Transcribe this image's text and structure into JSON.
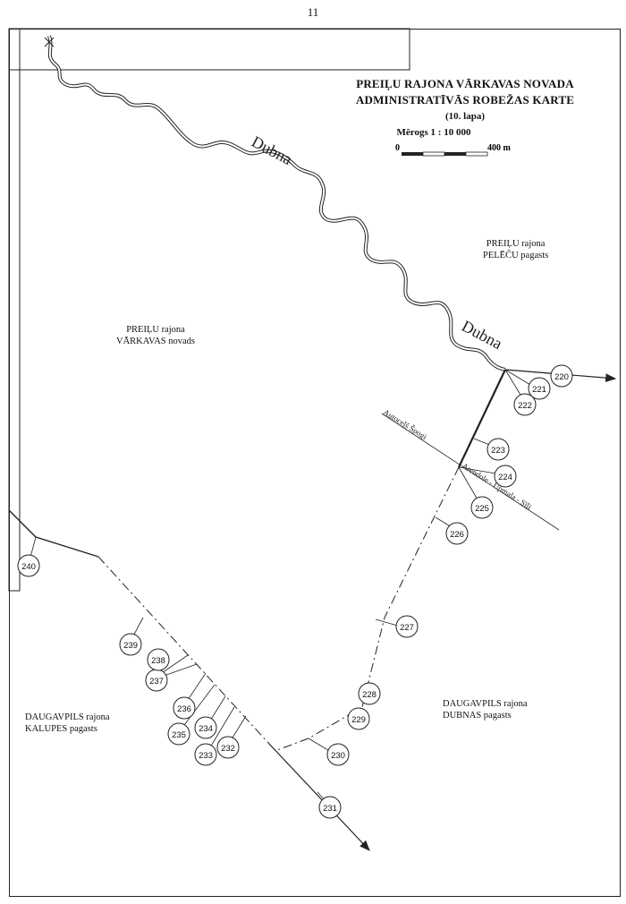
{
  "page_number": "11",
  "title": {
    "line1": "PREIĻU RAJONA VĀRKAVAS NOVADA",
    "line2": "ADMINISTRATĪVĀS ROBEŽAS KARTE",
    "line3": "(10. lapa)"
  },
  "scale": {
    "label": "Mērogs 1 : 10 000",
    "start": "0",
    "end": "400 m"
  },
  "areas": {
    "varkavas": [
      "PREIĻU rajona",
      "VĀRKAVAS novads"
    ],
    "pelecu": [
      "PREIĻU rajona",
      "PELĒČU pagasts"
    ],
    "kalupes": [
      "DAUGAVPILS rajona",
      "KALUPES pagasts"
    ],
    "dubnas": [
      "DAUGAVPILS rajona",
      "DUBNAS pagasts"
    ]
  },
  "rivers": [
    "Dubna",
    "Dubna"
  ],
  "roads": [
    "Autoceļš Špogi",
    "Arendole - Upmala - Sīļi"
  ],
  "points": [
    "220",
    "221",
    "222",
    "223",
    "224",
    "225",
    "226",
    "227",
    "228",
    "229",
    "230",
    "231",
    "232",
    "233",
    "234",
    "235",
    "236",
    "237",
    "238",
    "239",
    "240"
  ]
}
